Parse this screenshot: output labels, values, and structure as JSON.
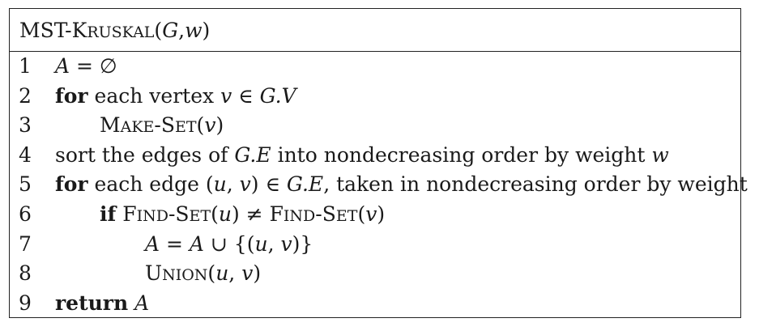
{
  "algorithm": {
    "header": {
      "name_cap1": "MST-K",
      "name_small1": "RUSKAL",
      "open_paren": "(",
      "param_g": "G",
      "comma": ", ",
      "param_w": "w",
      "close_paren": ")"
    },
    "lines": [
      {
        "num": "1",
        "var_a": "A",
        "op": " = ",
        "empty": "∅"
      },
      {
        "num": "2",
        "kw": "for",
        "text1": " each vertex ",
        "var_v": "v",
        "in": " ∈ ",
        "var_gv": "G.V"
      },
      {
        "num": "3",
        "cap1": "M",
        "small1": "AKE",
        "dash": "-",
        "cap2": "S",
        "small2": "ET",
        "open": "(",
        "var_v": "v",
        "close": ")"
      },
      {
        "num": "4",
        "text1": "sort the edges of ",
        "var_ge": "G.E",
        "text2": " into nondecreasing order by weight ",
        "var_w": "w"
      },
      {
        "num": "5",
        "kw": "for",
        "text1": " each edge (",
        "var_u": "u",
        "comma": ", ",
        "var_v": "v",
        "text2": ") ∈ ",
        "var_ge": "G.E",
        "text3": ", taken in nondecreasing order by weight"
      },
      {
        "num": "6",
        "kw": "if",
        "cap1": " F",
        "small1": "IND",
        "dash1": "-",
        "cap2": "S",
        "small2": "ET",
        "open1": "(",
        "var_u": "u",
        "close1": ")",
        "neq": " ≠ ",
        "cap3": "F",
        "small3": "IND",
        "dash2": "-",
        "cap4": "S",
        "small4": "ET",
        "open2": "(",
        "var_v": "v",
        "close2": ")"
      },
      {
        "num": "7",
        "var_a1": "A",
        "op": " = ",
        "var_a2": "A",
        "union": " ∪ {(",
        "var_u": "u",
        "comma": ", ",
        "var_v": "v",
        "close": ")}"
      },
      {
        "num": "8",
        "cap1": "U",
        "small1": "NION",
        "open": "(",
        "var_u": "u",
        "comma": ", ",
        "var_v": "v",
        "close": ")"
      },
      {
        "num": "9",
        "kw": "return",
        "space": " ",
        "var_a": "A"
      }
    ]
  }
}
